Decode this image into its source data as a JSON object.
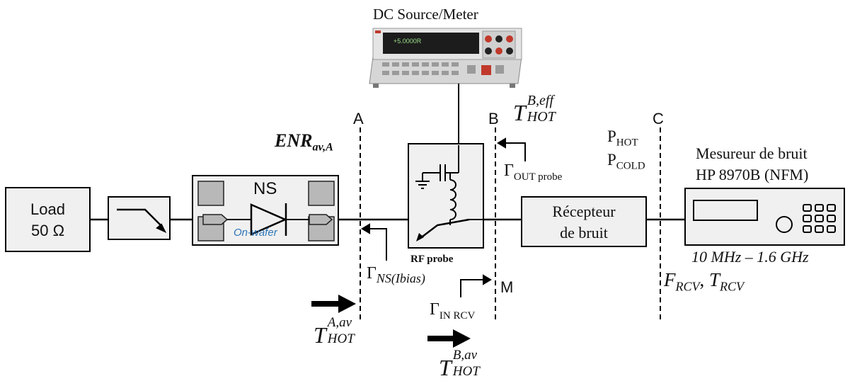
{
  "instrument": {
    "title": "DC Source/Meter",
    "display": "+5.0000R"
  },
  "load": {
    "line1": "Load",
    "line2": "50 Ω"
  },
  "ns": {
    "label": "NS",
    "on_wafer": "On-wafer"
  },
  "enr": {
    "base": "ENR",
    "sub": "av,A"
  },
  "planes": {
    "a": "A",
    "b": "B",
    "c": "C",
    "m": "M"
  },
  "rf_probe": {
    "label": "RF probe"
  },
  "t_hot_b_eff": {
    "base": "T",
    "sup": "B,eff",
    "sub": "HOT"
  },
  "gamma_out": {
    "base": "Γ",
    "sub": "OUT probe"
  },
  "gamma_ns": {
    "base": "Γ",
    "sub": "NS(Ibias)"
  },
  "gamma_in": {
    "base": "Γ",
    "sub": "IN RCV"
  },
  "t_hot_a_av": {
    "base": "T",
    "sup": "A,av",
    "sub": "HOT"
  },
  "t_hot_b_av": {
    "base": "T",
    "sup": "B,av",
    "sub": "HOT"
  },
  "p_hot": {
    "base": "P",
    "sub": "HOT"
  },
  "p_cold": {
    "base": "P",
    "sub": "COLD"
  },
  "receiver": {
    "line1": "Récepteur",
    "line2": "de bruit"
  },
  "nfm": {
    "line1": "Mesureur de bruit",
    "line2": "HP 8970B (NFM)",
    "range": "10 MHz – 1.6 GHz"
  },
  "f_t_rcv": {
    "f": "F",
    "f_sub": "RCV",
    "sep": ", ",
    "t": "T",
    "t_sub": "RCV"
  },
  "colors": {
    "line": "#000000",
    "box_fill": "#f0f0f0",
    "inner_gray": "#b8b8b8",
    "on_wafer_blue": "#2e75b6"
  }
}
